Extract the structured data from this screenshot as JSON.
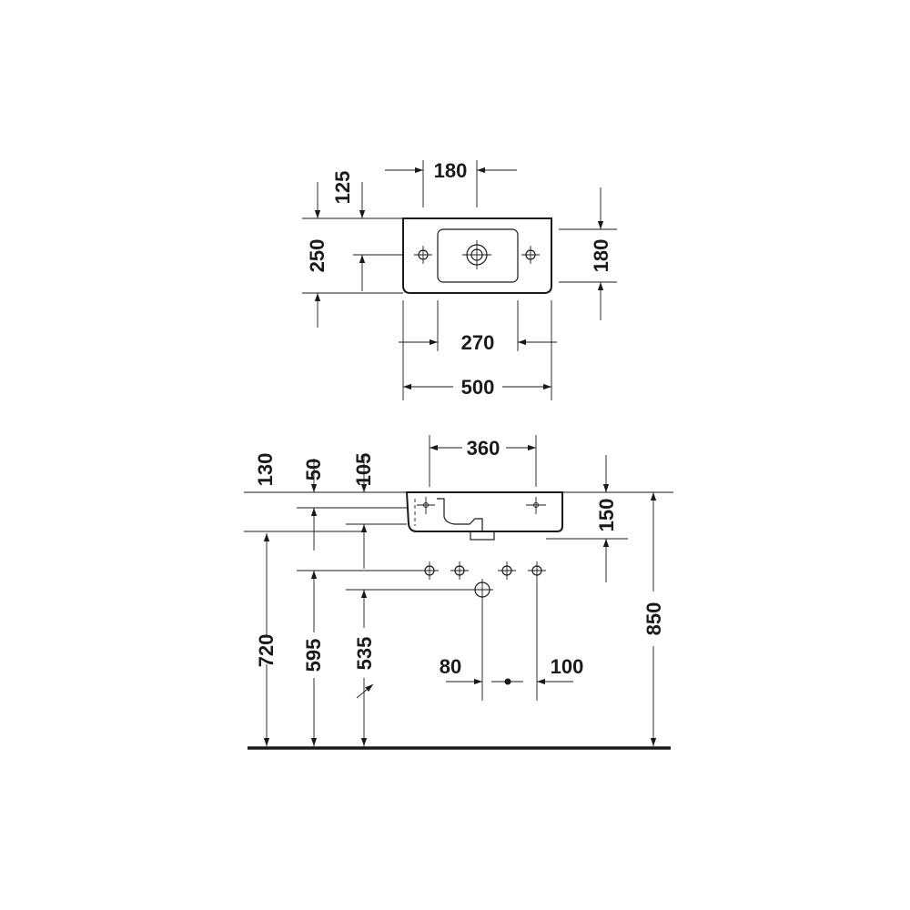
{
  "top_view": {
    "dim_tap_hole_spacing": "180",
    "dim_edge_to_centre": "125",
    "dim_depth": "250",
    "dim_bowl_depth": "180",
    "dim_bowl_width": "270",
    "dim_width": "500"
  },
  "front_view": {
    "dim_bowl_span": "360",
    "dim_130": "130",
    "dim_50": "50",
    "dim_105": "105",
    "dim_basin_height": "150",
    "dim_720": "720",
    "dim_595": "595",
    "dim_535": "535",
    "dim_850": "850",
    "dim_80": "80",
    "dim_100": "100"
  }
}
